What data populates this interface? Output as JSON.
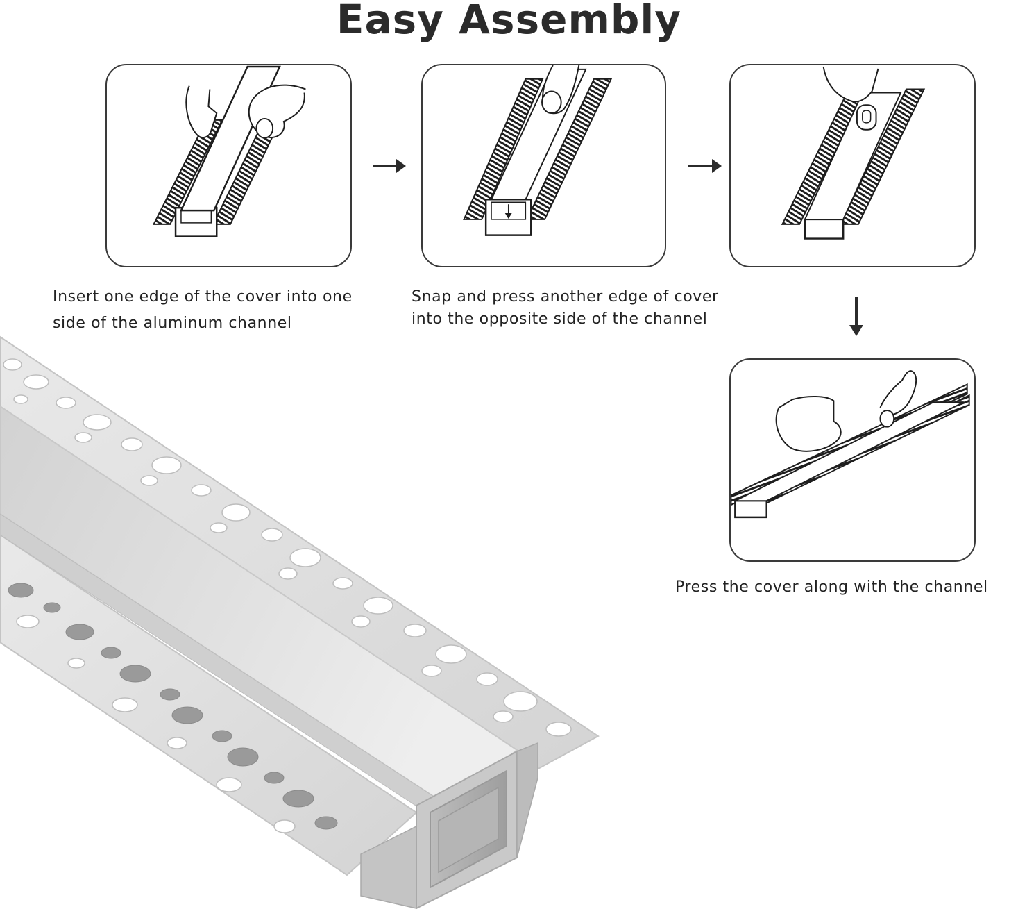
{
  "title": "Easy Assembly",
  "steps": [
    {
      "caption_lines": [
        "Insert one edge of the cover into one",
        "side of the aluminum channel"
      ],
      "illustration": "hands-insert-cover-edge"
    },
    {
      "caption_lines": [
        "Snap and press another edge of cover",
        "into the opposite side of the channel"
      ],
      "illustration": "thumb-snap-cover-edge"
    },
    {
      "caption_lines": [],
      "illustration": "finger-press-cover-end"
    },
    {
      "caption_lines": [
        "Press the cover along with the channel"
      ],
      "illustration": "hands-press-cover-along-channel"
    }
  ],
  "icons": {
    "flow_arrow_right": "arrow-right-icon",
    "flow_arrow_down": "arrow-down-icon"
  },
  "colors": {
    "line": "#2b2b2b",
    "aluminum": "#d9d9d9",
    "aluminum_shadow": "#a9a9a9",
    "cover": "#e6e6e6"
  }
}
